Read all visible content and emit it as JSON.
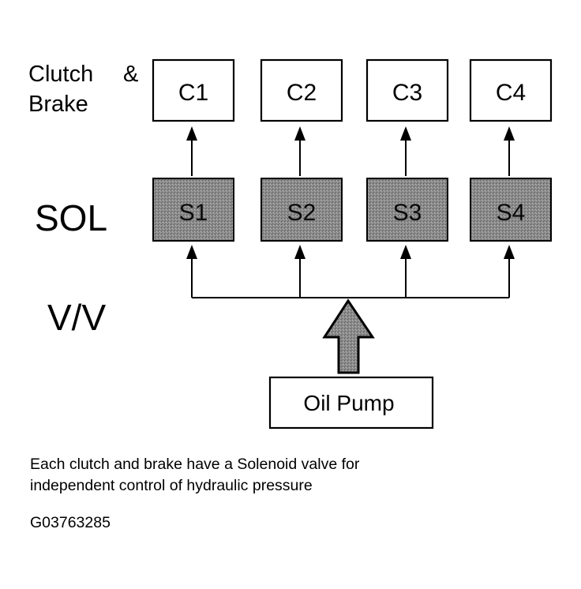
{
  "labels": {
    "clutch_brake_line1": "Clutch",
    "clutch_brake_amp": "&",
    "clutch_brake_line2": "Brake",
    "sol": "SOL",
    "vv": "V/V"
  },
  "clutches": [
    "C1",
    "C2",
    "C3",
    "C4"
  ],
  "solenoids": [
    "S1",
    "S2",
    "S3",
    "S4"
  ],
  "oil_pump": "Oil Pump",
  "caption": {
    "line1": "Each clutch and brake have a Solenoid valve for",
    "line2": "independent control of hydraulic pressure"
  },
  "figure_id": "G03763285",
  "colors": {
    "solenoid_fill": "#8c8c8c",
    "solenoid_text": "#e8e8e8",
    "pump_arrow_fill": "#8c8c8c"
  }
}
